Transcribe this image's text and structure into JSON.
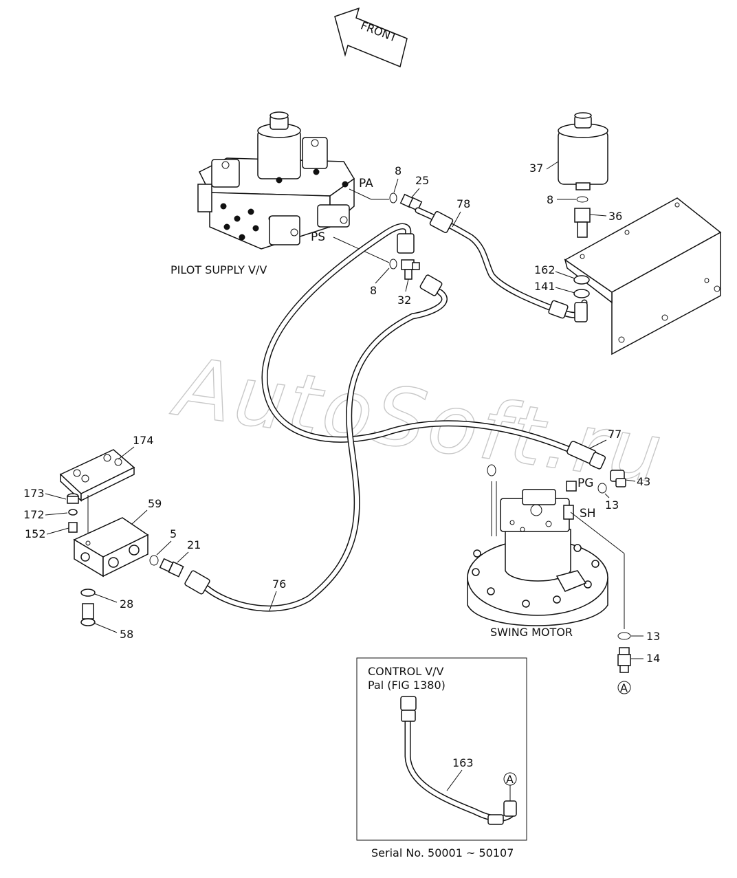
{
  "front_arrow": {
    "label": "FRONT"
  },
  "watermark": {
    "text": "AutoSoft.ru"
  },
  "components": {
    "pilot_supply": "PILOT SUPPLY V/V",
    "swing_motor": "SWING MOTOR",
    "control_valve_line1": "CONTROL V/V",
    "control_valve_line2": "Pal (FIG 1380)"
  },
  "ports": {
    "pa": "PA",
    "ps": "PS",
    "pg": "PG",
    "sh": "SH"
  },
  "callouts": {
    "c8_top": "8",
    "c25": "25",
    "c78": "78",
    "c37": "37",
    "c8_accum": "8",
    "c36": "36",
    "c162": "162",
    "c141": "141",
    "c8_ps": "8",
    "c32": "32",
    "c174": "174",
    "c173": "173",
    "c172": "172",
    "c152": "152",
    "c59": "59",
    "c5": "5",
    "c21": "21",
    "c76": "76",
    "c28": "28",
    "c58": "58",
    "c77": "77",
    "c43": "43",
    "c13_pg": "13",
    "c13_low": "13",
    "c14": "14",
    "c163": "163"
  },
  "ref_marks": {
    "a_main": "A",
    "a_inset": "A"
  },
  "serial": "Serial No. 50001 ~ 50107"
}
